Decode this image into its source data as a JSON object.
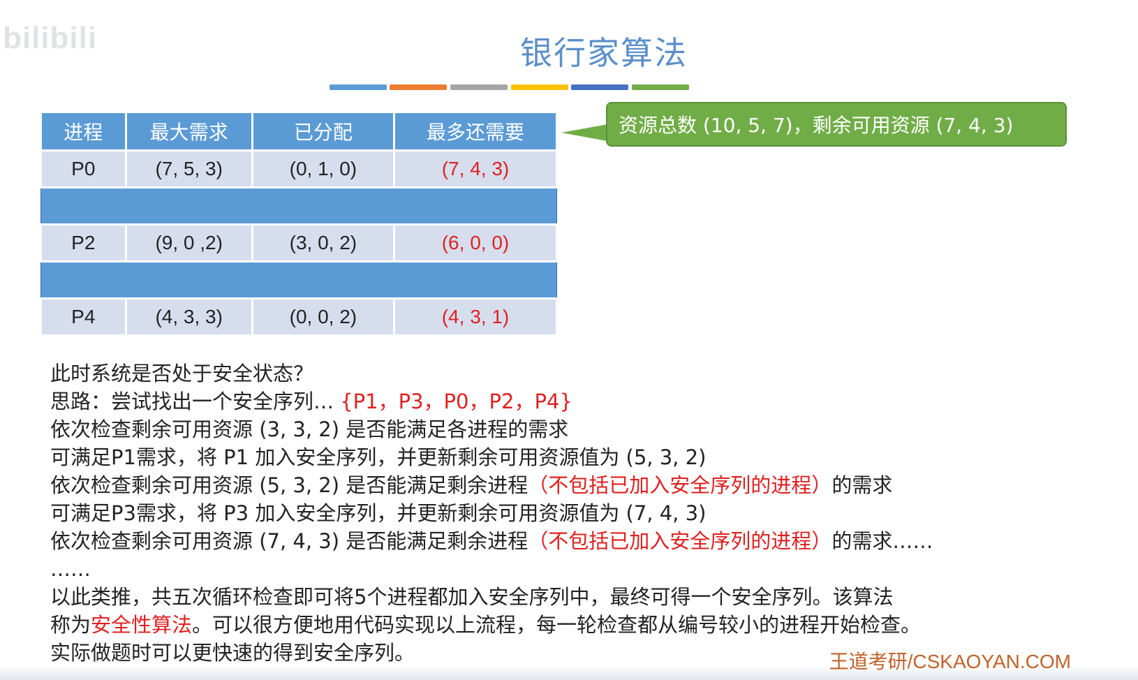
{
  "watermark": "bilibili",
  "title": "银行家算法",
  "color_bars": [
    "#5b9bd5",
    "#ed7d31",
    "#a5a5a5",
    "#ffc000",
    "#4472c4",
    "#70ad47"
  ],
  "table": {
    "headers": [
      "进程",
      "最大需求",
      "已分配",
      "最多还需要"
    ],
    "rows": [
      {
        "proc": "P0",
        "max": "(7, 5, 3)",
        "alloc": "(0, 1, 0)",
        "need": "(7, 4, 3)"
      },
      {
        "proc": "P2",
        "max": "(9, 0 ,2)",
        "alloc": "(3, 0, 2)",
        "need": "(6, 0, 0)"
      },
      {
        "proc": "P4",
        "max": "(4, 3, 3)",
        "alloc": "(0, 0, 2)",
        "need": "(4, 3, 1)"
      }
    ]
  },
  "callout": "资源总数 (10, 5, 7)，剩余可用资源 (7, 4, 3)",
  "lines": {
    "l1": "此时系统是否处于安全状态？",
    "l2a": "思路：尝试找出一个安全序列… ",
    "l2b": "{P1，P3，P0，P2，P4}",
    "l3": "依次检查剩余可用资源 (3, 3, 2) 是否能满足各进程的需求",
    "l4": "可满足P1需求，将 P1 加入安全序列，并更新剩余可用资源值为 (5, 3, 2)",
    "l5a": "依次检查剩余可用资源 (5, 3, 2) 是否能满足剩余进程",
    "l5b": "（不包括已加入安全序列的进程）",
    "l5c": "的需求",
    "l6": "可满足P3需求，将 P3 加入安全序列，并更新剩余可用资源值为 (7, 4, 3)",
    "l7a": "依次检查剩余可用资源 (7, 4, 3) 是否能满足剩余进程",
    "l7b": "（不包括已加入安全序列的进程）",
    "l7c": "的需求……",
    "l8": "……",
    "l9": "以此类推，共五次循环检查即可将5个进程都加入安全序列中，最终可得一个安全序列。该算法",
    "l10a": "称为",
    "l10b": "安全性算法",
    "l10c": "。可以很方便地用代码实现以上流程，每一轮检查都从编号较小的进程开始检查。",
    "l11": "实际做题时可以更快速的得到安全序列。"
  },
  "footer": "王道考研/CSKAOYAN.COM"
}
